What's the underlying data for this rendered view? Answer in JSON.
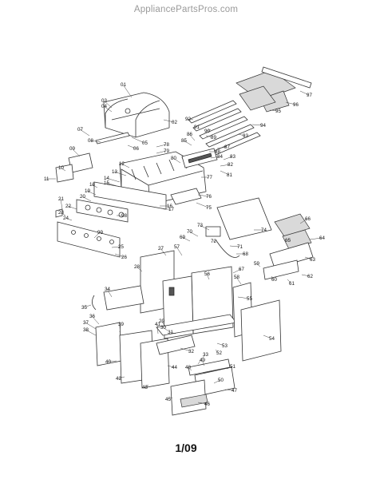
{
  "header": {
    "site": "AppliancePartsPros.com"
  },
  "footer": {
    "date_code": "1/09"
  },
  "diagram": {
    "labels": [
      "01",
      "02",
      "03",
      "04",
      "05",
      "06",
      "07",
      "08",
      "09",
      "10",
      "11",
      "12",
      "13",
      "14",
      "15",
      "16",
      "17",
      "18",
      "19",
      "20",
      "21",
      "22",
      "23",
      "24",
      "25",
      "26",
      "27",
      "28",
      "29",
      "30",
      "31",
      "32",
      "33",
      "34",
      "35",
      "36",
      "37",
      "38",
      "39",
      "40",
      "41",
      "42",
      "43",
      "44",
      "45",
      "46",
      "47",
      "48",
      "49",
      "50",
      "51",
      "52",
      "53",
      "54",
      "55",
      "56",
      "57",
      "58",
      "59",
      "60",
      "61",
      "62",
      "63",
      "64",
      "65",
      "66",
      "67",
      "68",
      "69",
      "70",
      "71",
      "72",
      "73",
      "74",
      "75",
      "76",
      "77",
      "78",
      "79",
      "80",
      "81",
      "82",
      "83",
      "84",
      "85",
      "86",
      "87",
      "88",
      "89",
      "90",
      "91",
      "92",
      "93",
      "94",
      "95",
      "96",
      "97",
      "98",
      "99"
    ]
  }
}
